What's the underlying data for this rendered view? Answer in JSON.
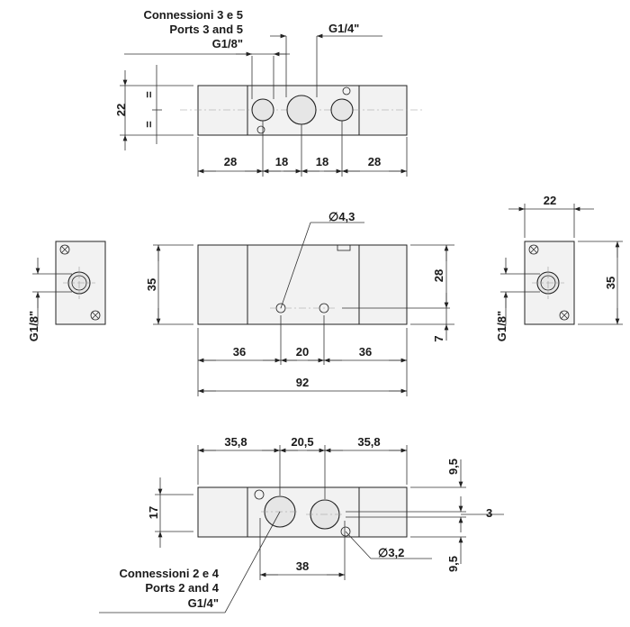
{
  "labels": {
    "top_conn_it": "Connessioni 3 e 5",
    "top_conn_en": "Ports 3 and 5",
    "top_thread_small": "G1/8\"",
    "top_thread_large": "G1/4\"",
    "bottom_conn_it": "Connessioni 2 e 4",
    "bottom_conn_en": "Ports 2 and 4",
    "bottom_thread": "G1/4\"",
    "side_left_thread": "G1/8\"",
    "side_right_thread": "G1/8\"",
    "front_hole_dia": "∅4,3",
    "bottom_hole_dia": "∅3,2",
    "equal_sign_a": "=",
    "equal_sign_b": "="
  },
  "dimensions": {
    "top_height": "22",
    "top_seg_1": "28",
    "top_seg_2": "18",
    "top_seg_3": "18",
    "top_seg_4": "28",
    "front_height": "35",
    "front_hole_height": "28",
    "front_hole_offset": "7",
    "front_seg_1": "36",
    "front_seg_2": "20",
    "front_seg_3": "36",
    "front_total": "92",
    "right_width": "22",
    "right_height": "35",
    "bottom_seg_1": "35,8",
    "bottom_seg_2": "20,5",
    "bottom_seg_3": "35,8",
    "bottom_height": "17",
    "bottom_top_offset": "9,5",
    "bottom_bottom_offset": "9,5",
    "bottom_small": "3",
    "bottom_port_spacing": "38"
  }
}
